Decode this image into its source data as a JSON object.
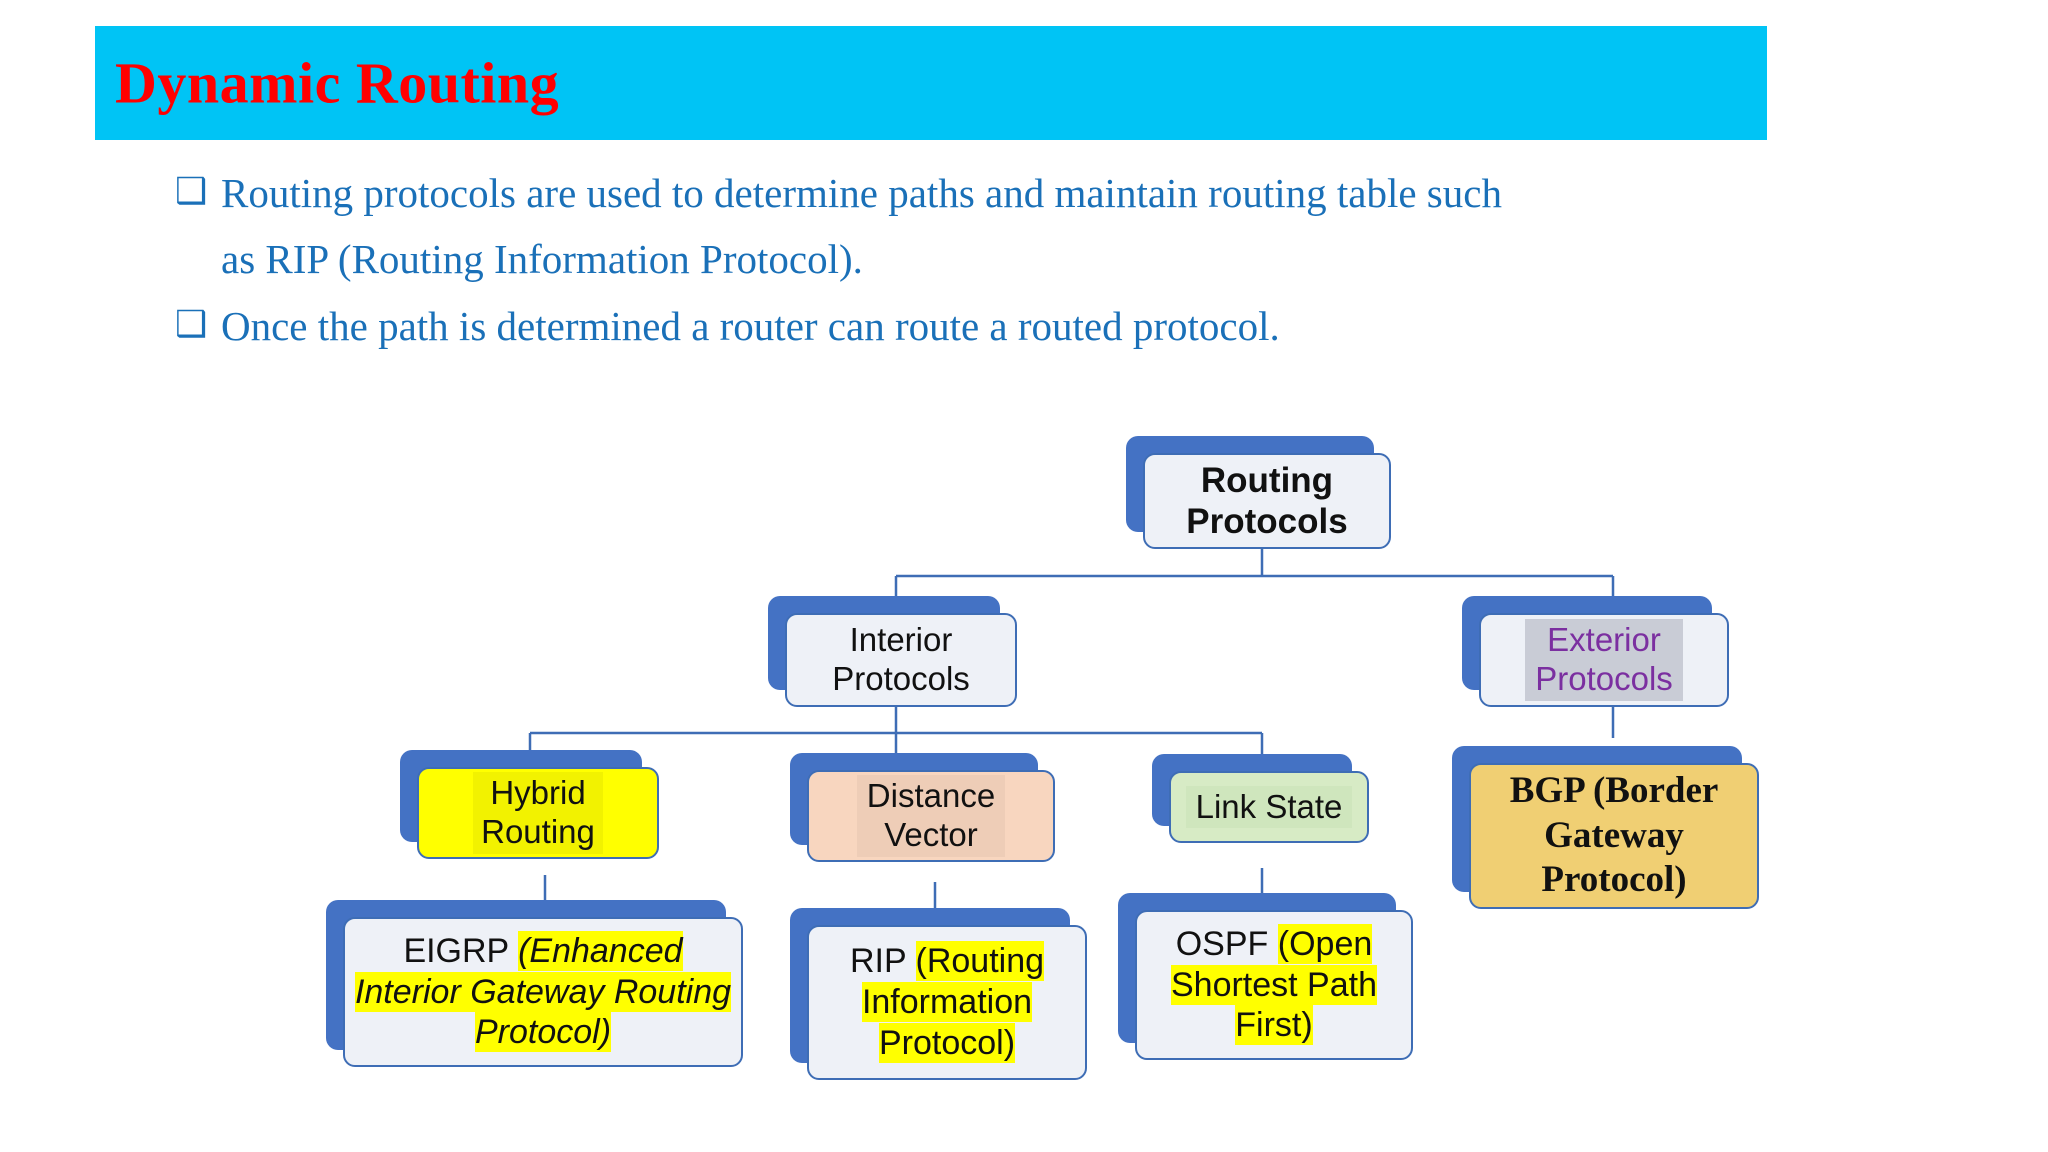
{
  "slide": {
    "title": "Dynamic Routing",
    "banner_color": "#00c4f5",
    "title_color": "#ff0000"
  },
  "bullets": {
    "glyph": "❑",
    "text_color": "#1a70b8",
    "items": [
      {
        "line1": "Routing protocols are used to determine paths and maintain routing table such",
        "line2": "as RIP (Routing Information Protocol)."
      },
      {
        "line1": "Once the path is determined  a router can route a routed protocol.",
        "line2": ""
      }
    ]
  },
  "diagram": {
    "type": "tree",
    "accent_shadow_color": "#4472c4",
    "border_color": "#3e6db5",
    "nodes": {
      "root": {
        "line1": "Routing",
        "line2": "Protocols"
      },
      "interior": {
        "line1": "Interior",
        "line2": "Protocols"
      },
      "exterior": {
        "line1": "Exterior",
        "line2": "Protocols",
        "text_color": "#7b2fa0",
        "highlight": "#c9ccd6"
      },
      "hybrid": {
        "line1": "Hybrid",
        "line2": "Routing",
        "highlight": "#ffff00"
      },
      "distance": {
        "line1": "Distance",
        "line2": "Vector",
        "highlight": "#f8d6bf"
      },
      "linkstate": {
        "line1": "Link State",
        "line2": "",
        "highlight": "#d7ebc5"
      },
      "bgp": {
        "line1": "BGP (Border",
        "line2": "Gateway",
        "line3": "Protocol)",
        "highlight": "#f0cf73"
      },
      "eigrp": {
        "plain": "EIGRP ",
        "highlighted": "(Enhanced Interior Gateway Routing Protocol)",
        "italic": true,
        "highlight": "#ffff00"
      },
      "rip": {
        "plain": "RIP ",
        "highlighted": "(Routing Information Protocol)",
        "italic": false,
        "highlight": "#ffff00"
      },
      "ospf": {
        "plain": "OSPF ",
        "highlighted": "(Open Shortest Path First)",
        "italic": false,
        "highlight": "#ffff00"
      }
    }
  }
}
